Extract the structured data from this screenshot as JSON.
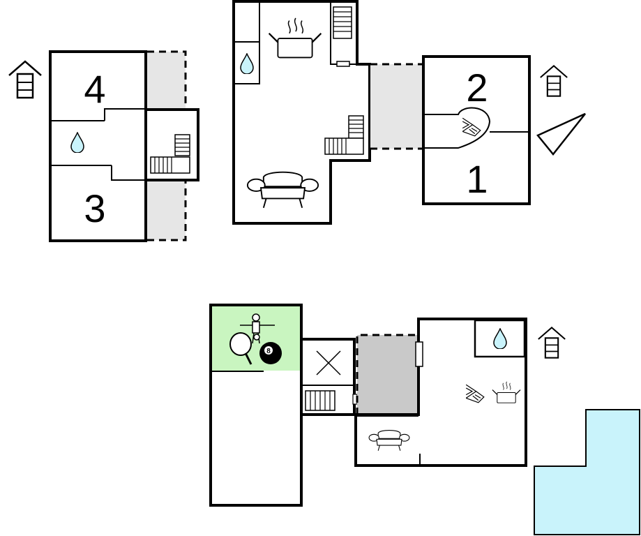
{
  "rooms": [
    {
      "label": "4"
    },
    {
      "label": "3"
    },
    {
      "label": "2"
    },
    {
      "label": "1"
    }
  ],
  "badges": {
    "billiard_ball": "8"
  },
  "icons": {
    "floor_level": "floor-level-house-icon",
    "water": "water-drop-icon",
    "stairs": "stairs-icon",
    "cooking": "cooking-pot-icon",
    "sofa": "sofa-icon",
    "bed": "bed-icon",
    "compass": "compass-arrow-icon",
    "table_tennis": "table-tennis-icon",
    "foosball": "foosball-icon",
    "billiards": "billiard-ball-icon",
    "open_void": "open-void-cross-icon",
    "pool": "swimming-pool"
  },
  "colors": {
    "terrace": "#e6e6e6",
    "covered_area": "#c9c9c9",
    "games_room": "#c9f5c0",
    "pool": "#c9f3fb",
    "water": "#c9f3fb",
    "walls": "#000000"
  }
}
